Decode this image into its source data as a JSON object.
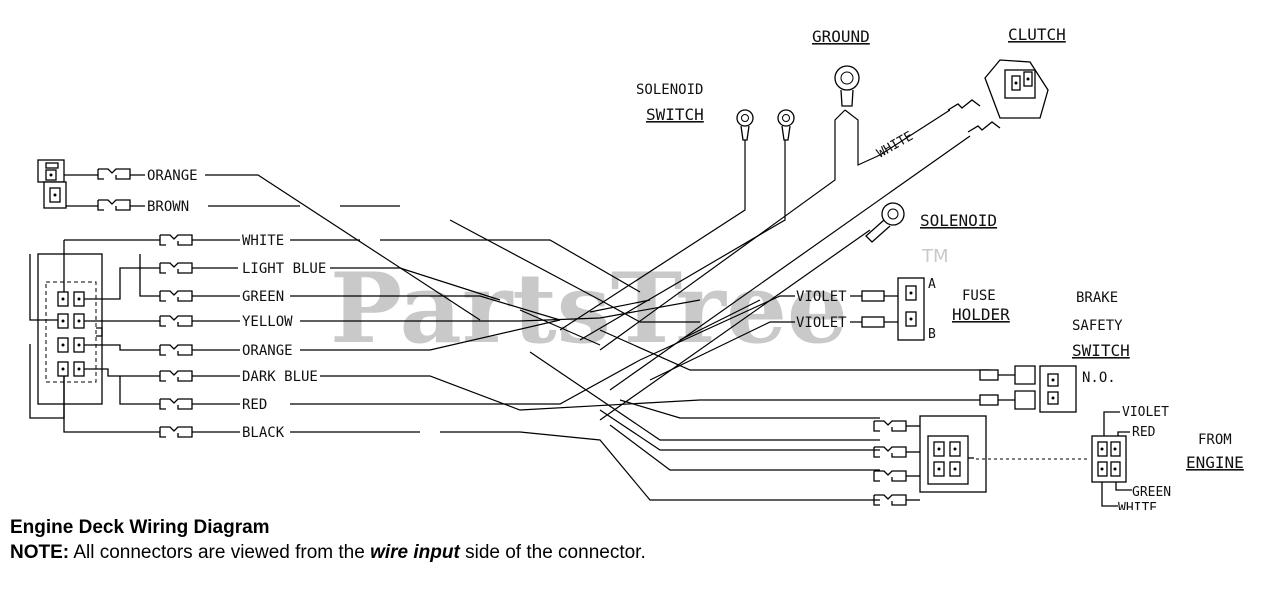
{
  "watermark": {
    "text": "PartsTree",
    "tm": "TM"
  },
  "labels": {
    "orange_top": "ORANGE",
    "brown": "BROWN",
    "white": "WHITE",
    "light_blue": "LIGHT BLUE",
    "green": "GREEN",
    "yellow": "YELLOW",
    "orange": "ORANGE",
    "dark_blue": "DARK BLUE",
    "red": "RED",
    "black": "BLACK",
    "solenoid_switch_1": "SOLENOID",
    "solenoid_switch_2": "SWITCH",
    "ground": "GROUND",
    "clutch": "CLUTCH",
    "clutch_wire": "WHITE",
    "solenoid": "SOLENOID",
    "violet_a": "VIOLET",
    "violet_b": "VIOLET",
    "fuse_a": "A",
    "fuse_b": "B",
    "fuse_holder_1": "FUSE",
    "fuse_holder_2": "HOLDER",
    "brake_1": "BRAKE",
    "brake_2": "SAFETY",
    "brake_3": "SWITCH",
    "brake_4": "N.O.",
    "engine_violet": "VIOLET",
    "engine_red": "RED",
    "engine_green": "GREEN",
    "engine_white": "WHITE",
    "from_engine_1": "FROM",
    "from_engine_2": "ENGINE"
  },
  "caption": {
    "title": "Engine Deck Wiring Diagram",
    "note_prefix": "NOTE:",
    "note_text_1": " All connectors are viewed from the ",
    "note_emphasis": "wire input",
    "note_text_2": " side of the connector."
  }
}
